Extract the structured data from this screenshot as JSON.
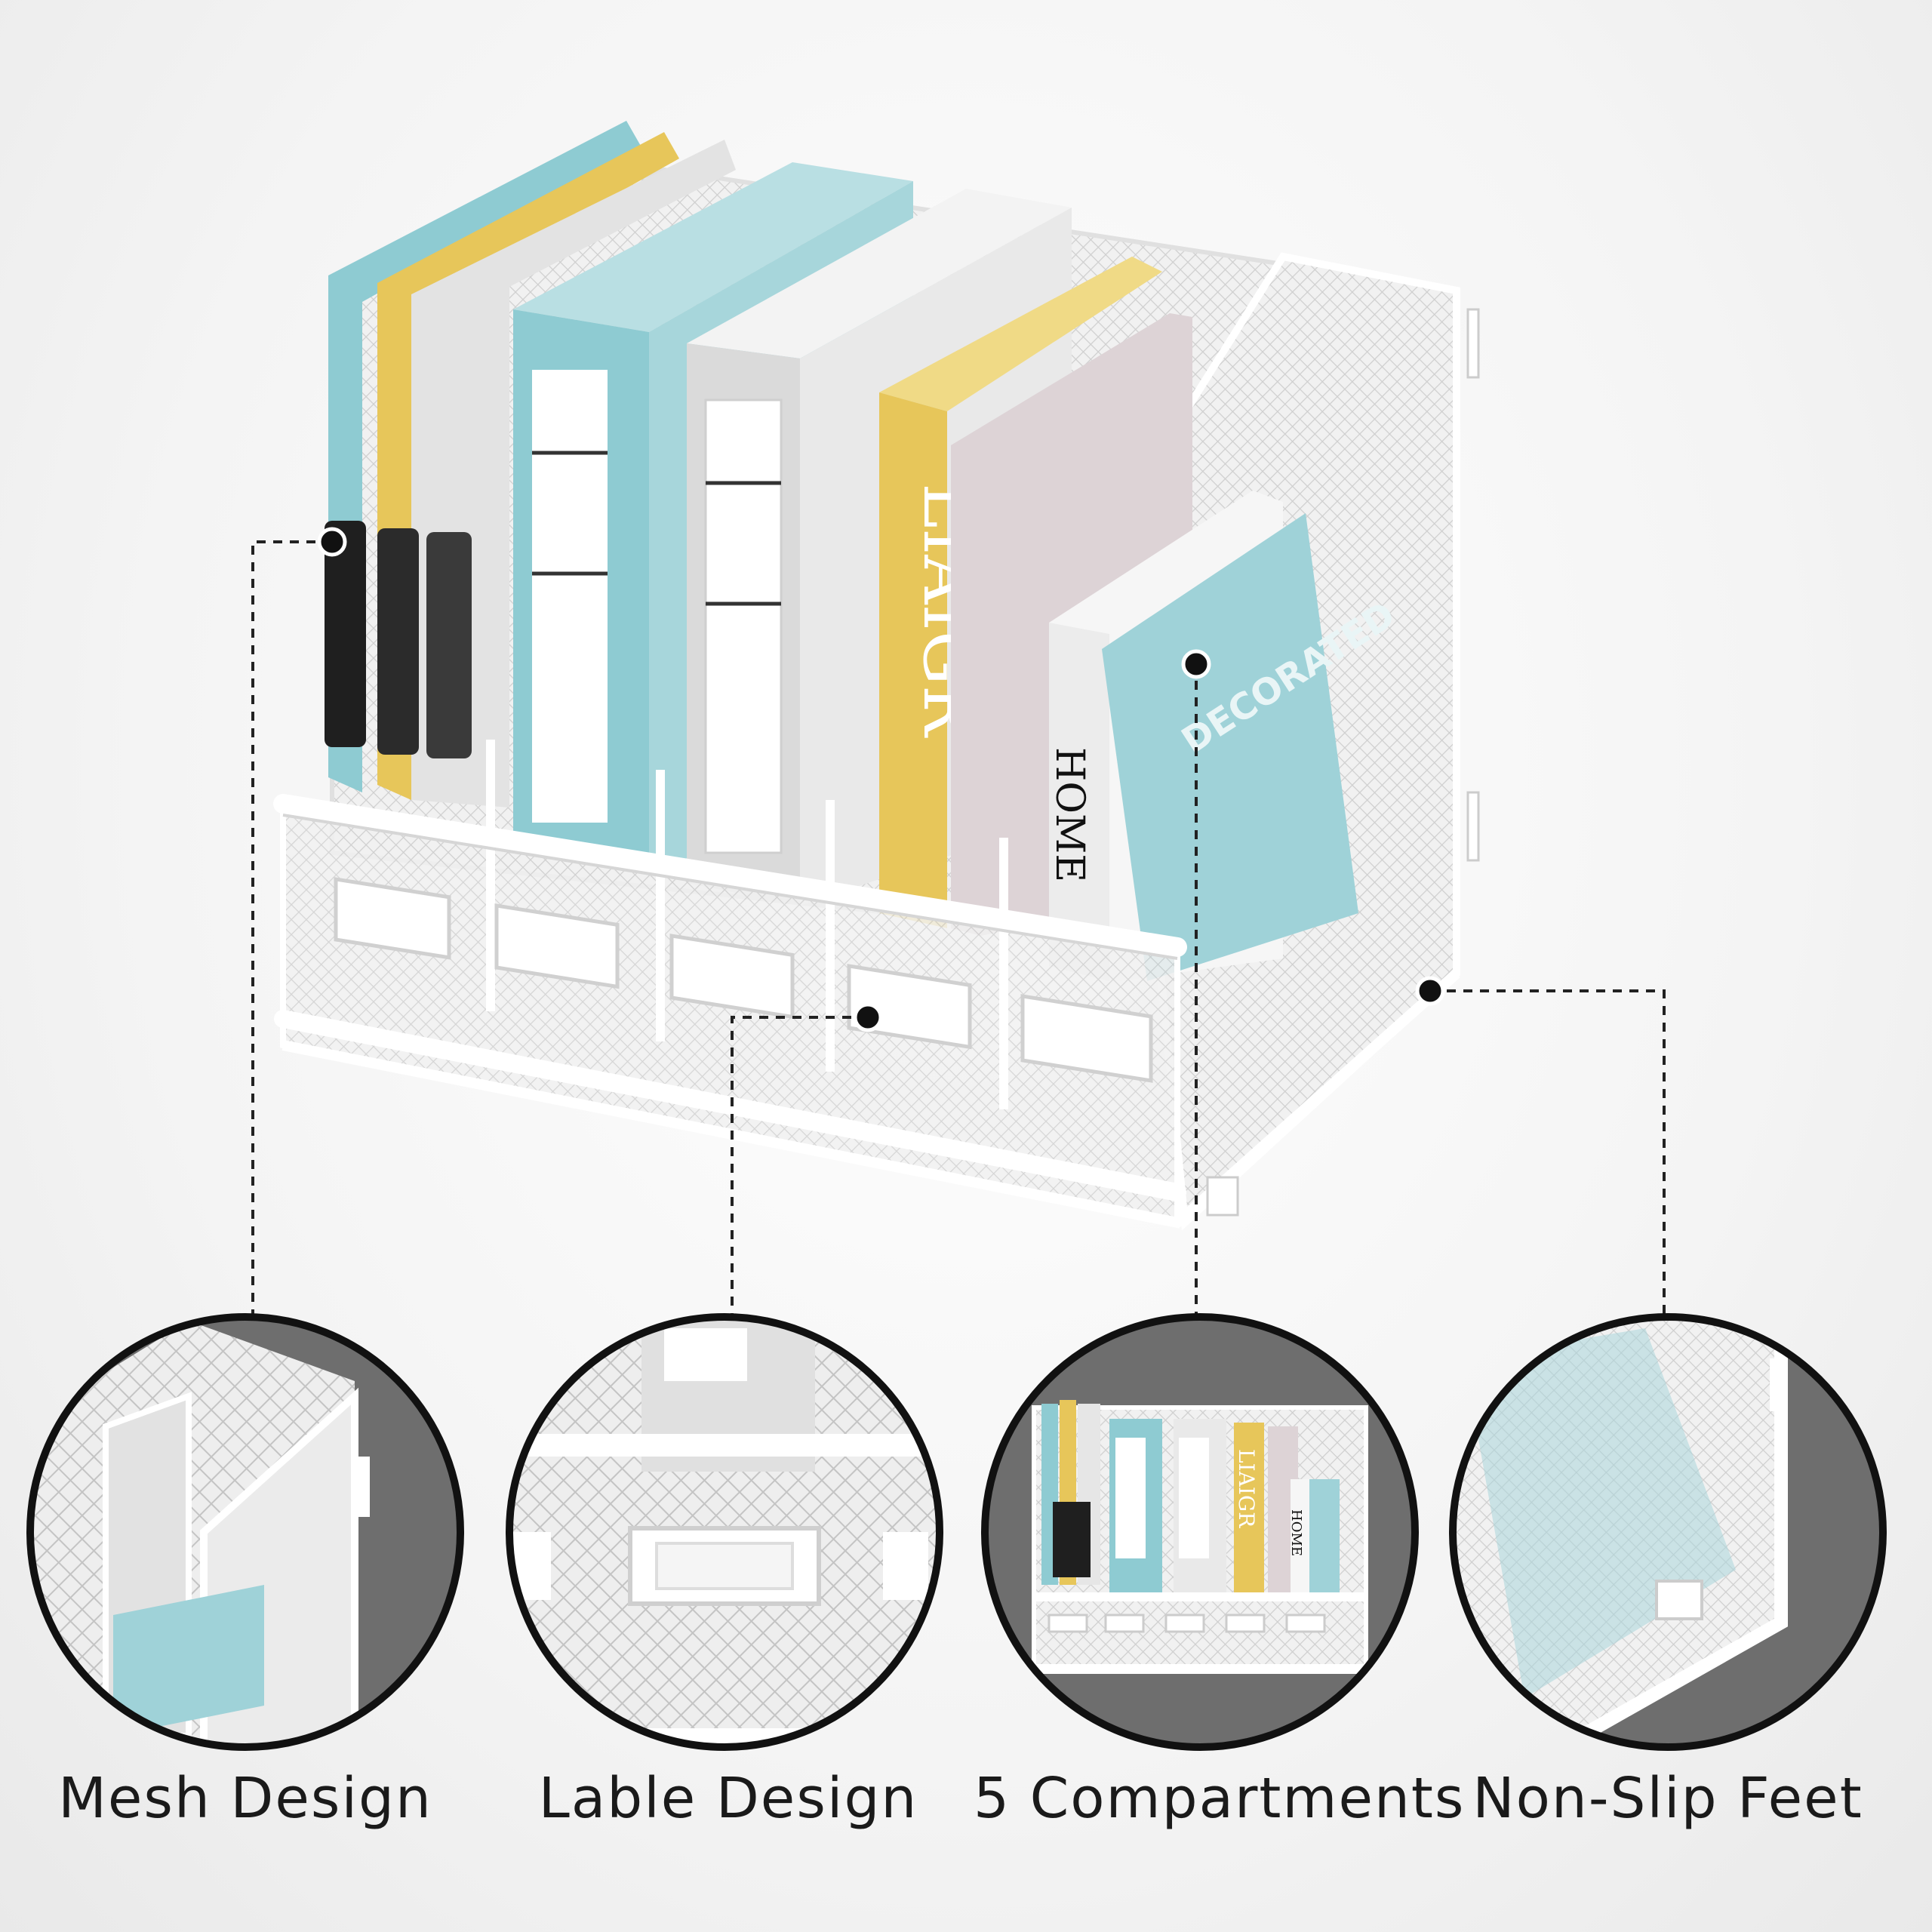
{
  "product": {
    "book_spine_1": "LIAIGR",
    "book_spine_2": "HOME",
    "book_cover": "DECORATED",
    "thumbnail_spine_1": "LIAIGR",
    "thumbnail_spine_2": "HOME"
  },
  "features": [
    {
      "label": "Mesh Design",
      "icon": "mesh-closeup"
    },
    {
      "label": "Lable Design",
      "icon": "label-holder-closeup"
    },
    {
      "label": "5 Compartments",
      "icon": "organizer-thumbnail"
    },
    {
      "label": "Non-Slip Feet",
      "icon": "feet-closeup"
    }
  ],
  "colors": {
    "aqua": "#8ecbd2",
    "yellow": "#e7c65a",
    "white_mesh": "#f2f2f2",
    "circle_bg": "#6e6e6e"
  }
}
